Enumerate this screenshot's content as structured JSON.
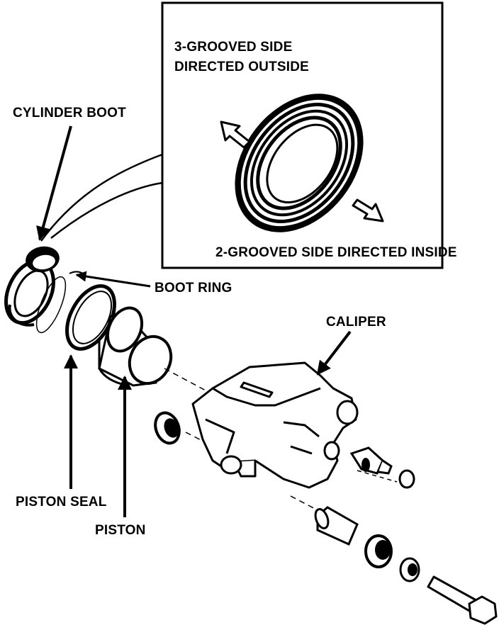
{
  "labels": {
    "inset_top_line1": "3-GROOVED SIDE",
    "inset_top_line2": "DIRECTED OUTSIDE",
    "inset_bottom": "2-GROOVED SIDE DIRECTED INSIDE",
    "cylinder_boot": "CYLINDER BOOT",
    "boot_ring": "BOOT RING",
    "caliper": "CALIPER",
    "piston_seal": "PISTON SEAL",
    "piston": "PISTON"
  },
  "colors": {
    "ink": "#000000",
    "paper": "#ffffff"
  }
}
